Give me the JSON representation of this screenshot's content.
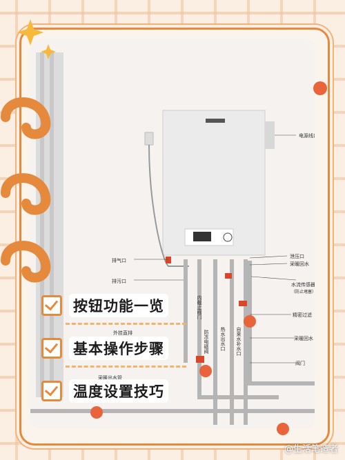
{
  "menu": {
    "items": [
      {
        "label": "按钮功能一览"
      },
      {
        "label": "基本操作步骤"
      },
      {
        "label": "温度设置技巧"
      }
    ]
  },
  "diagram": {
    "labels": {
      "power": "电源线口",
      "exhaust": "排气口",
      "drain": "排污口",
      "relief": "泄压口",
      "heating_return": "采暖回水",
      "flow_sensor": "水流传感器",
      "flow_sensor_note": "（防止堵塞）",
      "filter": "精密过滤",
      "heating_return2": "采暖回水",
      "valve": "阀门",
      "outer_pipe": "外挂直排",
      "heating_supply": "采暖出水管",
      "inner_valve": "内截止阀门",
      "anti_freeze": "防冻电磁阀",
      "hot_out": "热水出水口",
      "cold_in": "自来水补水口"
    }
  },
  "watermark": {
    "text": "@生活笔造者"
  },
  "colors": {
    "accent": "#e58a3c",
    "dash": "#f0b46c"
  }
}
